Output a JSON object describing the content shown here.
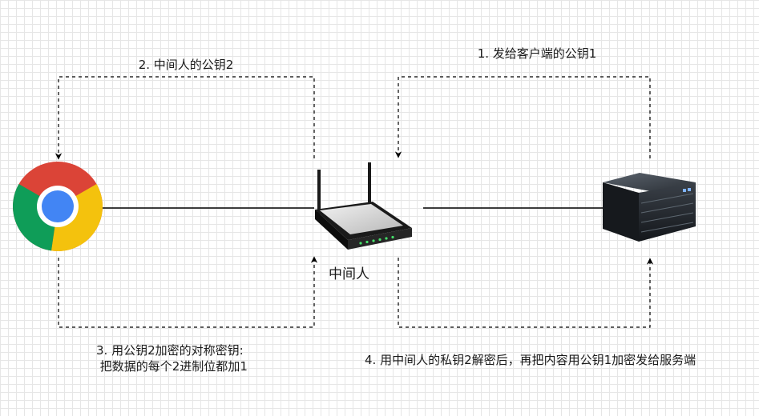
{
  "nodes": {
    "client": {
      "icon": "chrome-browser-icon"
    },
    "mitm": {
      "icon": "wireless-router-icon",
      "label": "中间人"
    },
    "server": {
      "icon": "rack-server-icon"
    }
  },
  "edges": {
    "step1": "1. 发给客户端的公钥1",
    "step2": "2. 中间人的公钥2",
    "step3": "3. 用公钥2加密的对称密钥:\n 把数据的每个2进制位都加1",
    "step4": "4. 用中间人的私钥2解密后，再把内容用公钥1加密发给服务端"
  },
  "colors": {
    "line": "#000000",
    "chrome_red": "#db4437",
    "chrome_yellow": "#f4c20d",
    "chrome_green": "#0f9d58",
    "chrome_blue": "#4285f4"
  }
}
